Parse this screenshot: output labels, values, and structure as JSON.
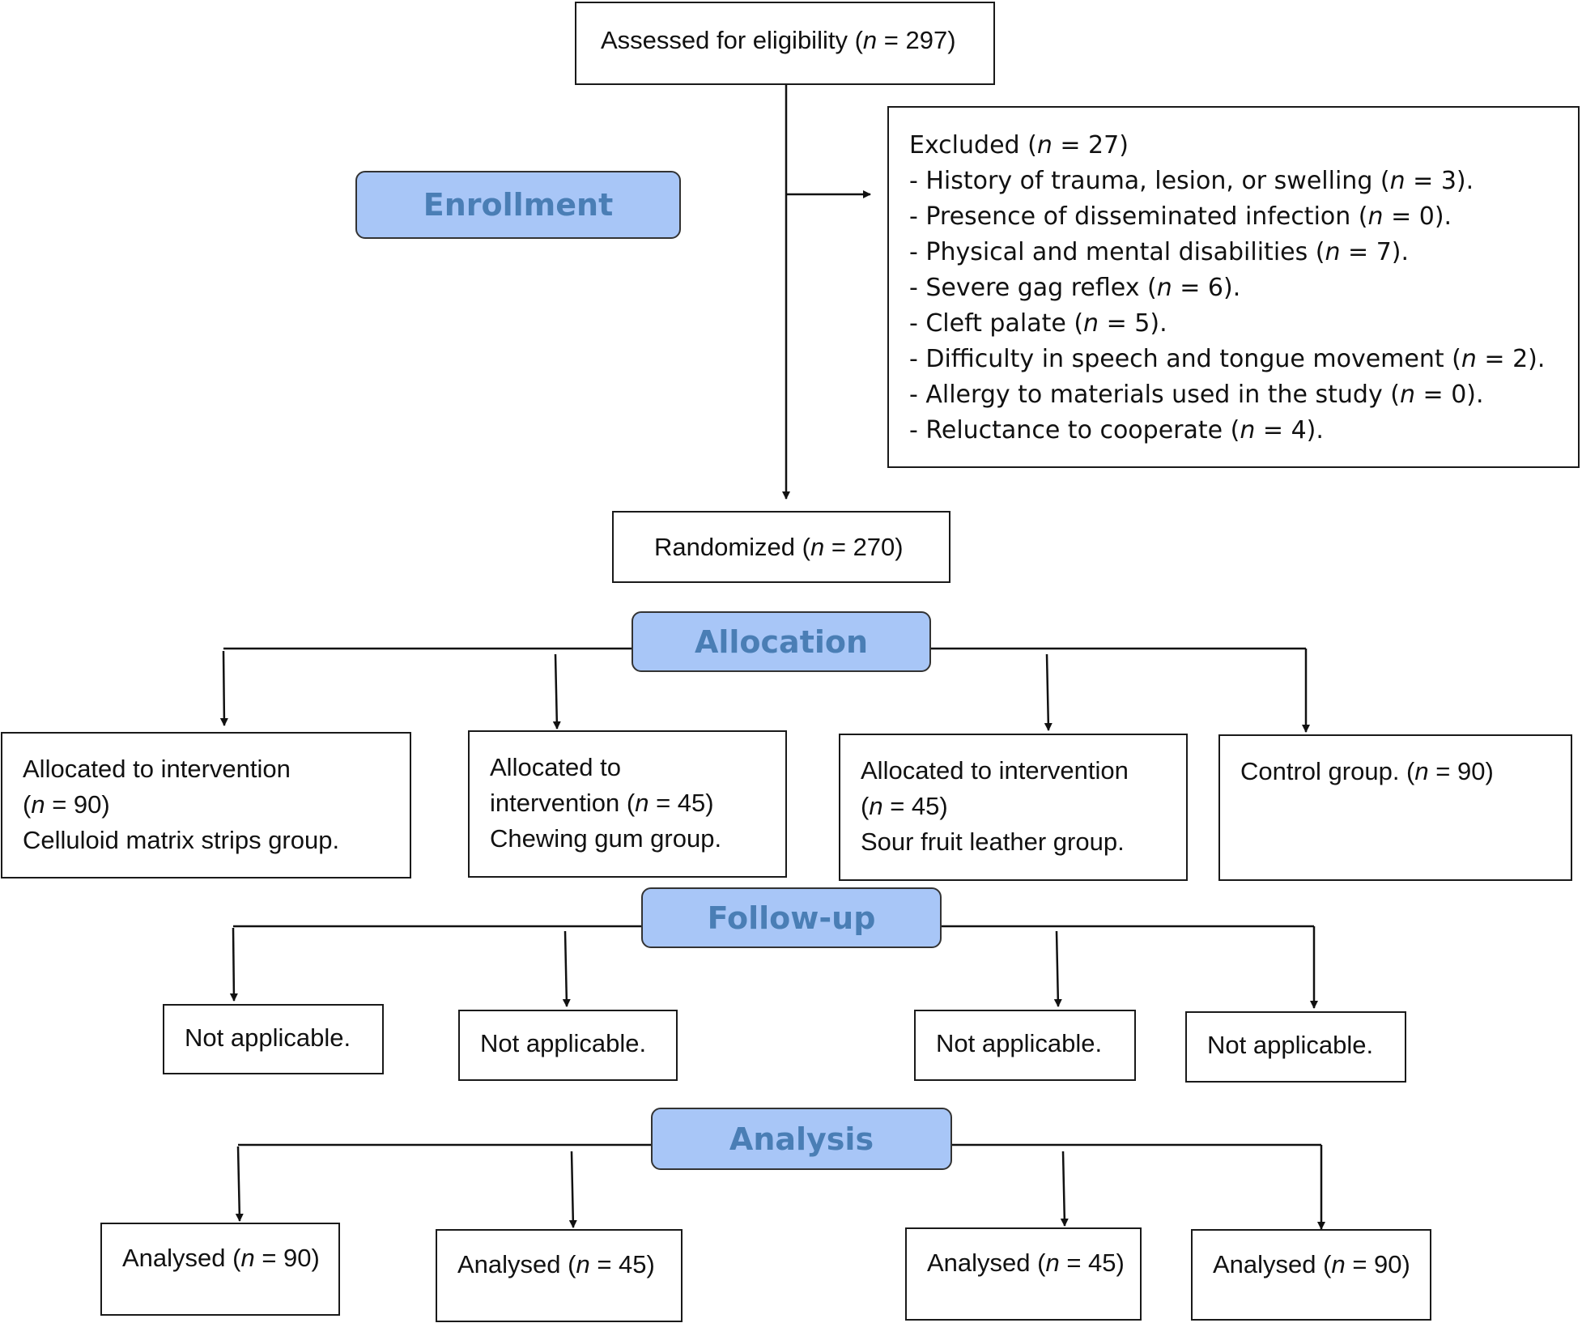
{
  "stages": {
    "enrollment": "Enrollment",
    "allocation": "Allocation",
    "followup": "Follow-up",
    "analysis": "Analysis"
  },
  "assessed": {
    "pre": "Assessed for eligibility (",
    "n": "n",
    "post": " = 297)"
  },
  "excluded": {
    "head": {
      "pre": "Excluded (",
      "n": "n",
      "post": " = 27)"
    },
    "items": [
      {
        "pre": "- History of trauma, lesion, or swelling (",
        "n": "n",
        "post": " = 3)."
      },
      {
        "pre": "- Presence of disseminated infection (",
        "n": "n",
        "post": " = 0)."
      },
      {
        "pre": "- Physical and mental disabilities (",
        "n": "n",
        "post": " = 7)."
      },
      {
        "pre": "- Severe gag reflex (",
        "n": "n",
        "post": " = 6)."
      },
      {
        "pre": "- Cleft palate (",
        "n": "n",
        "post": " = 5)."
      },
      {
        "pre": "- Difficulty in speech and tongue movement (",
        "n": "n",
        "post": " = 2)."
      },
      {
        "pre": "- Allergy to materials used in the study (",
        "n": "n",
        "post": " = 0)."
      },
      {
        "pre": "- Reluctance to cooperate (",
        "n": "n",
        "post": " = 4)."
      }
    ]
  },
  "randomized": {
    "pre": "Randomized (",
    "n": "n",
    "post": " = 270)"
  },
  "allocated": [
    {
      "l1": "Allocated to intervention",
      "l2pre": "(",
      "n": "n",
      "l2post": " = 90)",
      "l3": "Celluloid matrix strips group."
    },
    {
      "l1": "Allocated to",
      "l2pre": "intervention (",
      "n": "n",
      "l2post": " = 45)",
      "l3": "Chewing gum group."
    },
    {
      "l1": "Allocated to intervention",
      "l2pre": "(",
      "n": "n",
      "l2post": " = 45)",
      "l3": "Sour fruit leather group."
    },
    {
      "l1pre": "Control group. (",
      "n": "n",
      "l1post": " = 90)"
    }
  ],
  "followup": [
    "Not applicable.",
    "Not applicable.",
    "Not applicable.",
    "Not applicable."
  ],
  "analysed": [
    {
      "pre": "Analysed (",
      "n": "n",
      "post": " = 90)"
    },
    {
      "pre": "Analysed (",
      "n": "n",
      "post": " = 45)"
    },
    {
      "pre": "Analysed (",
      "n": "n",
      "post": " = 45)"
    },
    {
      "pre": "Analysed (",
      "n": "n",
      "post": " = 90)"
    }
  ]
}
